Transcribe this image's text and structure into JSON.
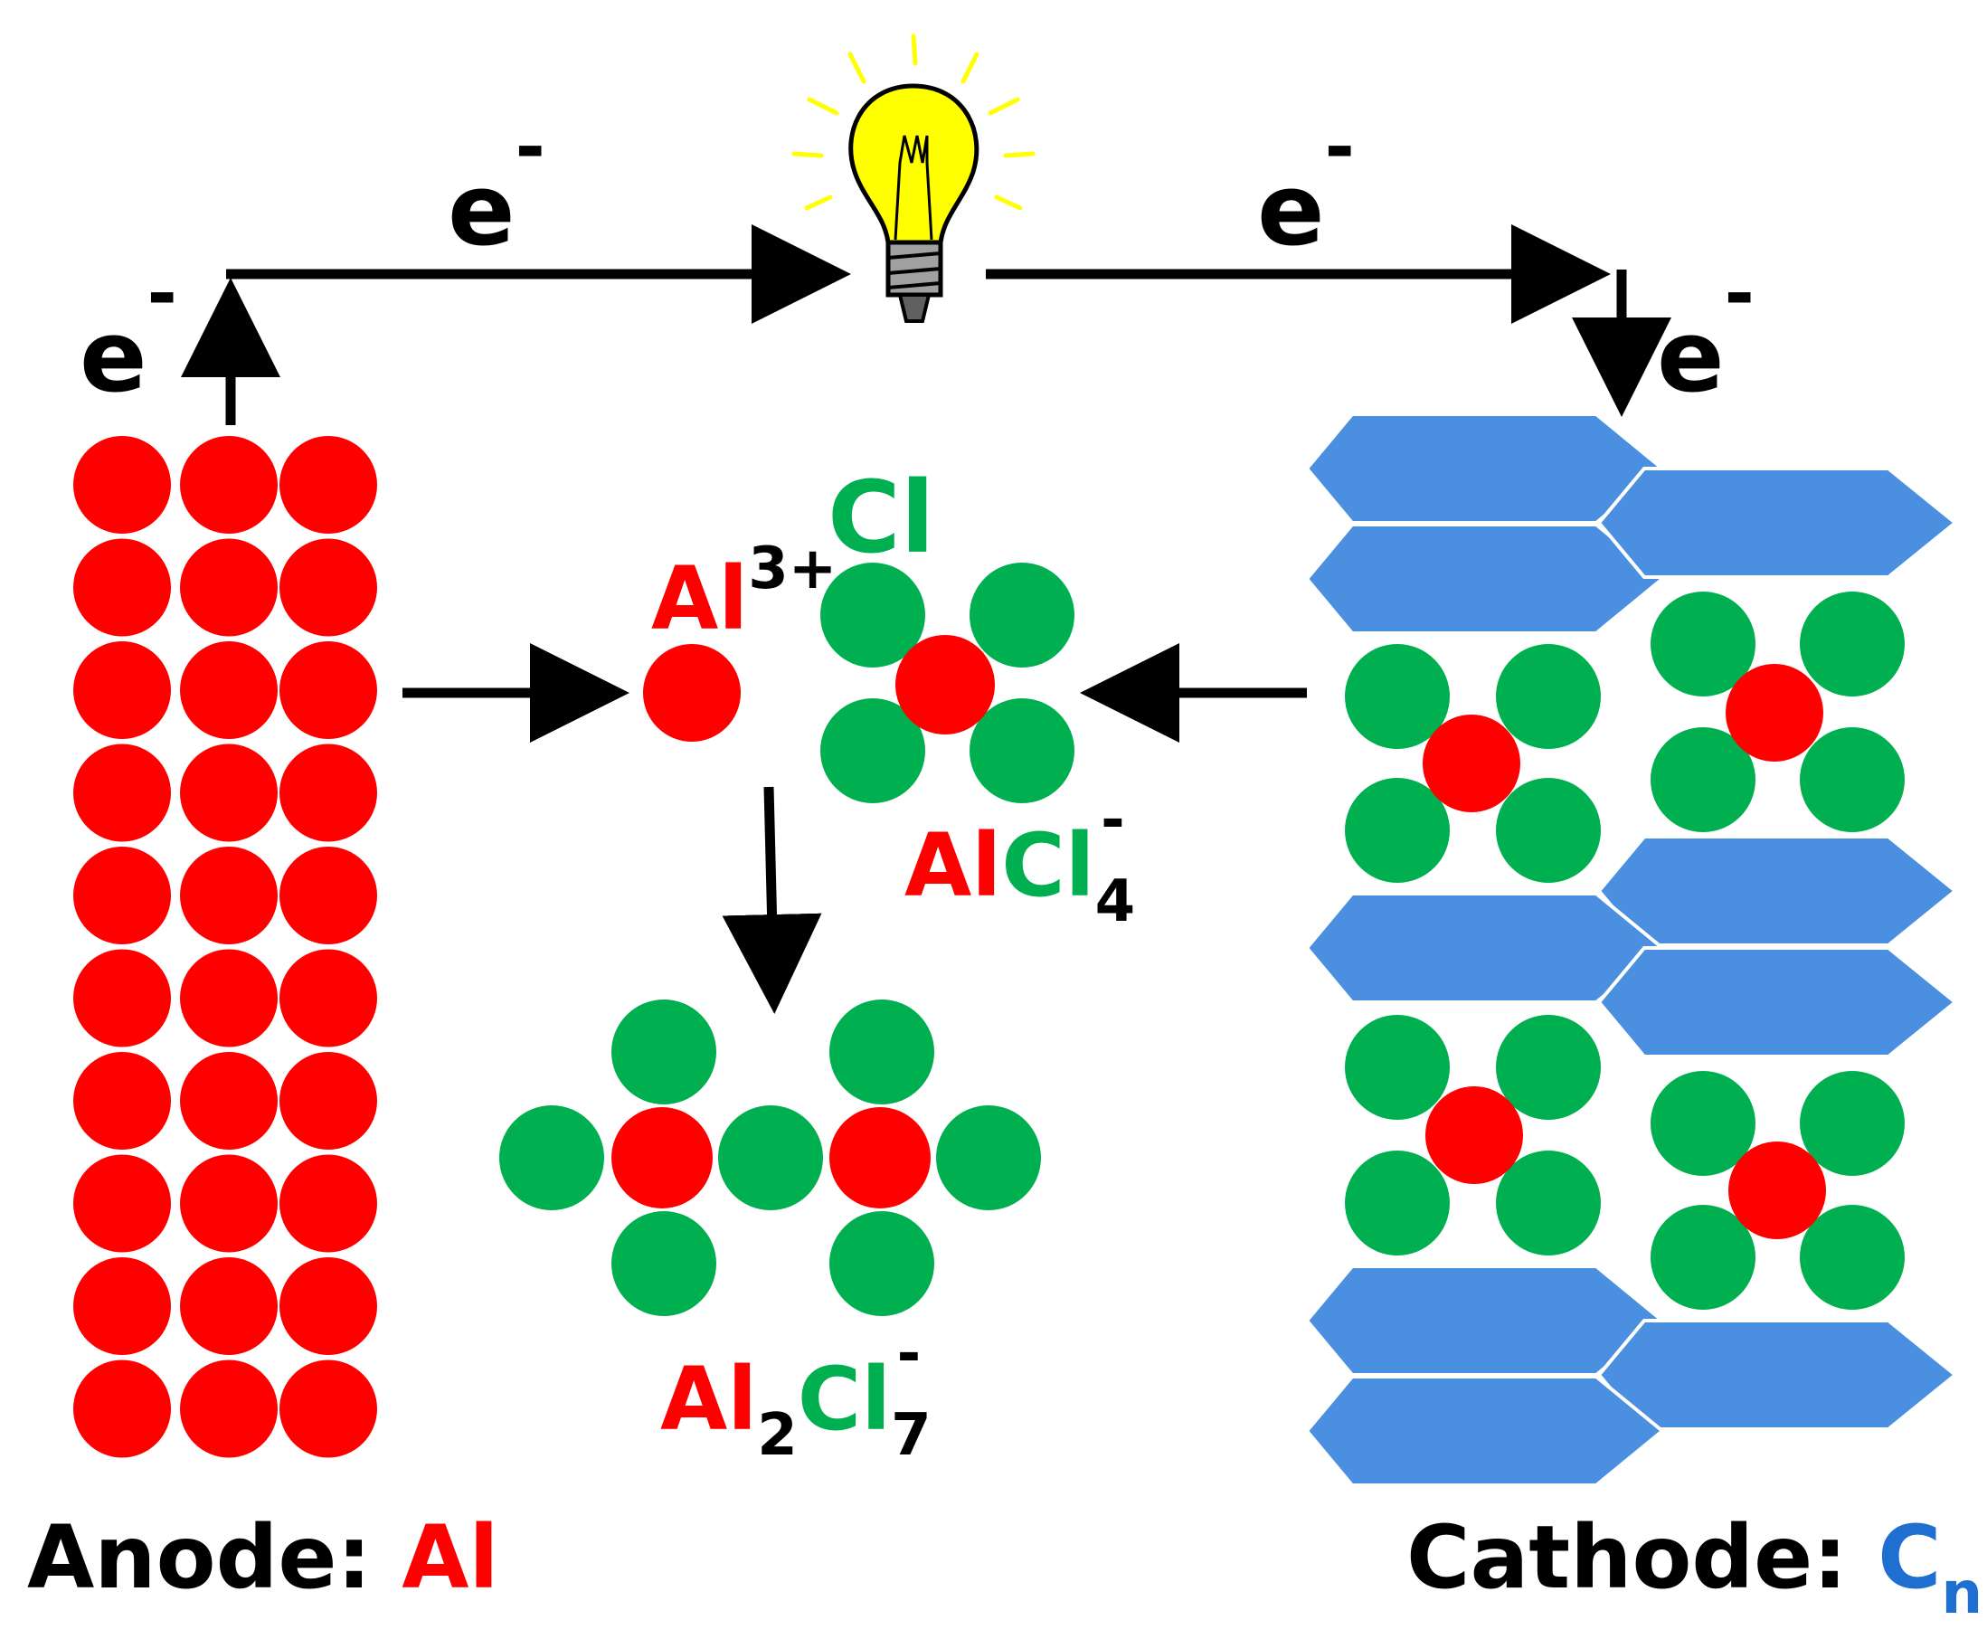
{
  "colors": {
    "aluminum": "#ff0000",
    "chlorine": "#00b050",
    "graphite": "#4a8fe0",
    "arrow": "#000000",
    "bulb": "#ffff00",
    "text": "#000000"
  },
  "icons": [
    "light-bulb-icon"
  ],
  "electron": {
    "symbol": "e",
    "charge": "-"
  },
  "ions": {
    "al3": {
      "symbol": "Al",
      "charge": "3+"
    },
    "cl": {
      "symbol": "Cl"
    },
    "alcl4": {
      "al": "Al",
      "cl": "Cl",
      "sub": "4",
      "charge": "-"
    },
    "al2cl7": {
      "al": "Al",
      "al_sub": "2",
      "cl": "Cl",
      "cl_sub": "7",
      "charge": "-"
    }
  },
  "electrodes": {
    "anode": {
      "label": "Anode: ",
      "material": "Al"
    },
    "cathode": {
      "label": "Cathode: ",
      "material": "C",
      "material_sub": "n"
    }
  }
}
